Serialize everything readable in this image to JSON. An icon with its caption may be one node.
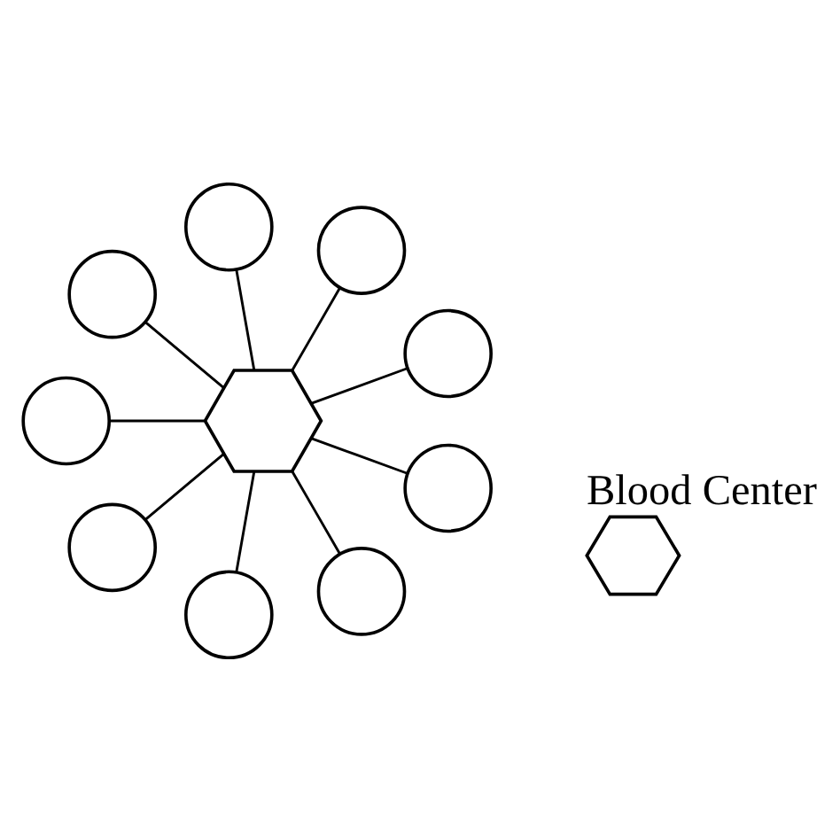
{
  "diagram": {
    "nodes": [
      {
        "text": [],
        "shape": "hexagon"
      },
      {
        "text": [],
        "shape": "circle"
      },
      {
        "text": [],
        "shape": "circle"
      },
      {
        "text": [],
        "shape": "circle"
      },
      {
        "text": [],
        "shape": "circle"
      },
      {
        "text": [],
        "shape": "circle"
      },
      {
        "text": [],
        "shape": "circle"
      },
      {
        "text": [],
        "shape": "circle"
      },
      {
        "text": [],
        "shape": "circle"
      },
      {
        "text": [],
        "shape": "circle"
      }
    ],
    "edges": [
      {
        "from": 0,
        "to": 1,
        "arrow": "none"
      },
      {
        "from": 0,
        "to": 2,
        "arrow": "none"
      },
      {
        "from": 0,
        "to": 3,
        "arrow": "none"
      },
      {
        "from": 0,
        "to": 4,
        "arrow": "none"
      },
      {
        "from": 0,
        "to": 5,
        "arrow": "none"
      },
      {
        "from": 0,
        "to": 6,
        "arrow": "none"
      },
      {
        "from": 0,
        "to": 7,
        "arrow": "none"
      },
      {
        "from": 0,
        "to": 8,
        "arrow": "none"
      },
      {
        "from": 0,
        "to": 9,
        "arrow": "none"
      }
    ],
    "legend": [
      {
        "text": "Blood Center"
      }
    ]
  }
}
